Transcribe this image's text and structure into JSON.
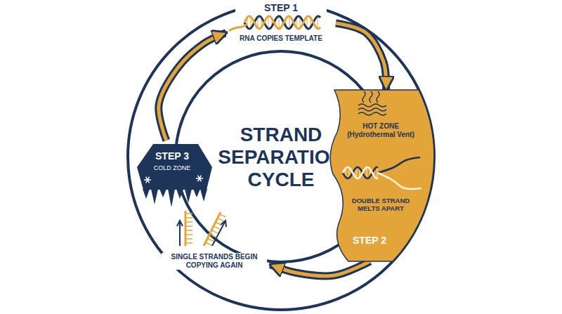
{
  "diagram": {
    "title": "STRAND SEPARATION CYCLE",
    "nodes": [
      {
        "text": [
          "STEP 1",
          "RNA COPIES TEMPLATE"
        ]
      },
      {
        "text": [
          "HOT ZONE (Hydrothermal Vent)",
          "DOUBLE STRAND MELTS APART",
          "STEP 2"
        ]
      },
      {
        "text": [
          "STEP 3",
          "COLD ZONE",
          "SINGLE STRANDS BEGIN COPYING AGAIN"
        ]
      }
    ],
    "edges": [
      {
        "from": 0,
        "to": 1,
        "arrow": "to"
      },
      {
        "from": 1,
        "to": 2,
        "arrow": "to"
      },
      {
        "from": 2,
        "to": 0,
        "arrow": "to"
      }
    ]
  }
}
